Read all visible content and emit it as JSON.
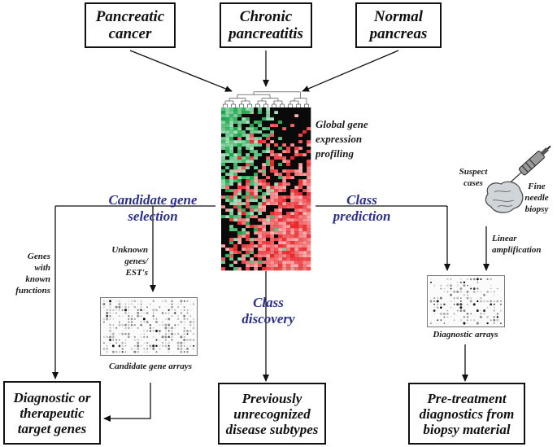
{
  "top_boxes": {
    "pancreatic_cancer": "Pancreatic\ncancer",
    "chronic_pancreatitis": "Chronic\npancreatitis",
    "normal_pancreas": "Normal\npancreas"
  },
  "center": {
    "profiling_label": "Global gene\nexpression\nprofiling"
  },
  "branches": {
    "candidate_gene_selection": "Candidate gene\nselection",
    "class_prediction": "Class\nprediction",
    "class_discovery": "Class\ndiscovery"
  },
  "left": {
    "known_functions": "Genes\nwith\nknown\nfunctions",
    "unknown_genes": "Unknown\ngenes/\nEST's",
    "candidate_arrays": "Candidate gene arrays"
  },
  "right": {
    "suspect_cases": "Suspect\ncases",
    "fine_needle_biopsy": "Fine\nneedle\nbiopsy",
    "linear_amplification": "Linear\namplification",
    "diagnostic_arrays": "Diagnostic arrays"
  },
  "bottom_boxes": {
    "diagnostic_targets": "Diagnostic or\ntherapeutic\ntarget genes",
    "previously_unrecognized": "Previously\nunrecognized\ndisease subtypes",
    "pretreatment": "Pre-treatment\ndiagnostics from\nbiopsy material"
  },
  "colors": {
    "branch_label": "#2b2f8f",
    "heatmap_red": "#e8262a",
    "heatmap_green": "#1aa54b",
    "heatmap_black": "#0a0a0a"
  }
}
